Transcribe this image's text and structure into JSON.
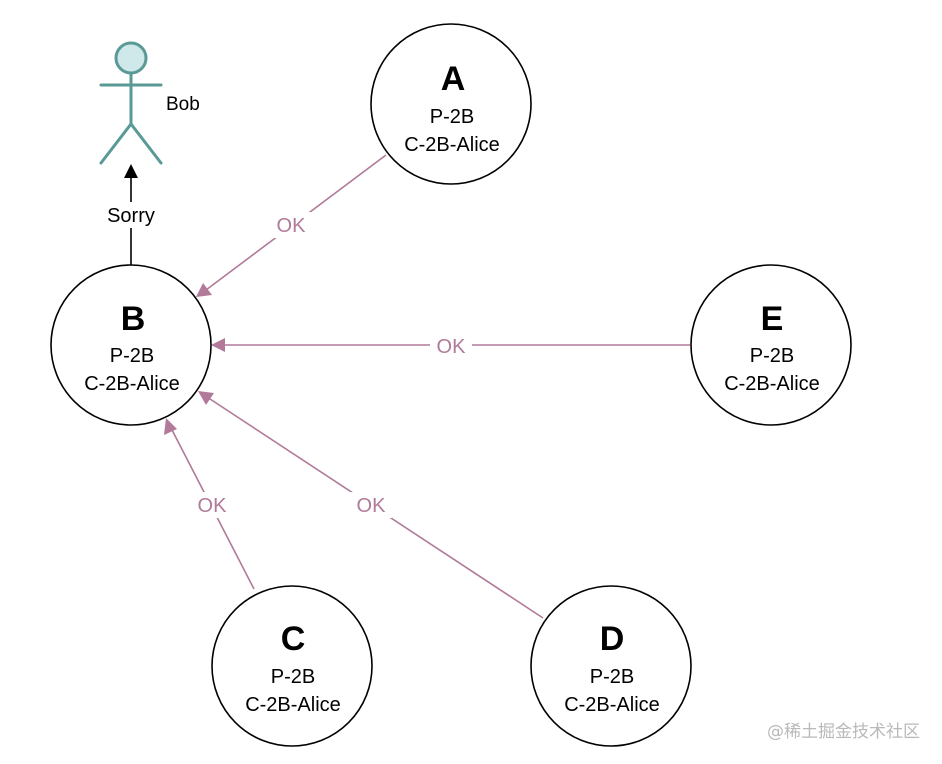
{
  "nodes": [
    {
      "id": "A",
      "line1": "P-2B",
      "line2": "C-2B-Alice"
    },
    {
      "id": "B",
      "line1": "P-2B",
      "line2": "C-2B-Alice"
    },
    {
      "id": "C",
      "line1": "P-2B",
      "line2": "C-2B-Alice"
    },
    {
      "id": "D",
      "line1": "P-2B",
      "line2": "C-2B-Alice"
    },
    {
      "id": "E",
      "line1": "P-2B",
      "line2": "C-2B-Alice"
    }
  ],
  "edges": [
    {
      "from": "A",
      "to": "B",
      "label": "OK"
    },
    {
      "from": "E",
      "to": "B",
      "label": "OK"
    },
    {
      "from": "C",
      "to": "B",
      "label": "OK"
    },
    {
      "from": "D",
      "to": "B",
      "label": "OK"
    }
  ],
  "actor": {
    "name": "Bob"
  },
  "reply": {
    "from": "B",
    "to": "Bob",
    "label": "Sorry"
  },
  "watermark": "@稀土掘金技术社区",
  "colors": {
    "ok_edge": "#b07a98",
    "actor": "#5a9a96",
    "actor_fill": "#cfe8ea"
  }
}
